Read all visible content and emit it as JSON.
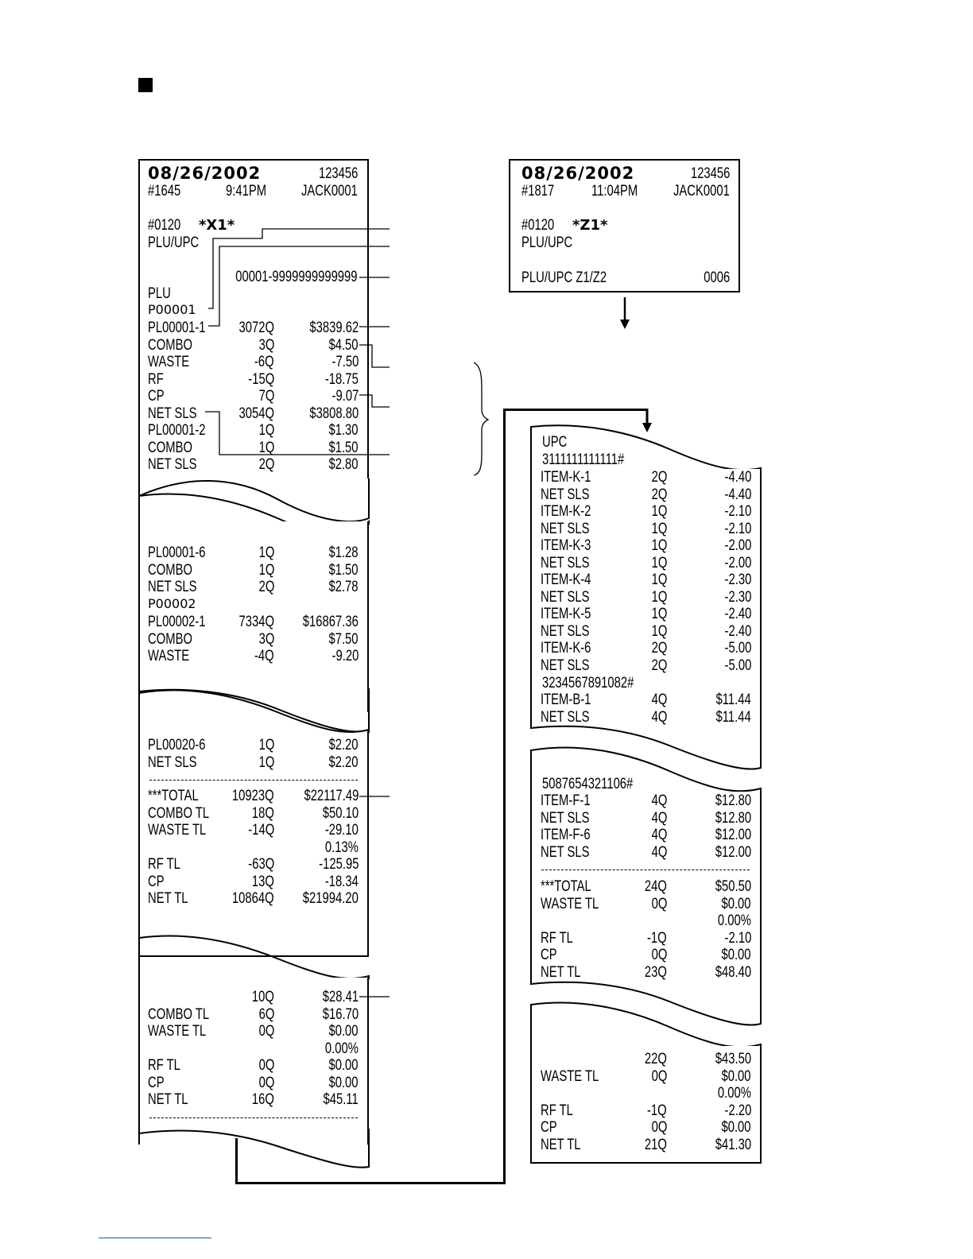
{
  "receipt_x1": {
    "date": "08/26/2002",
    "machine_no": "123456",
    "consec_no": "#1645",
    "time": "9:41PM",
    "clerk": "JACK0001",
    "report_no": "#0120",
    "report_mode": "X1",
    "report_title": "PLU/UPC",
    "range": "00001-9999999999999",
    "section": "PLU",
    "dept1": "P00001",
    "rows1": [
      [
        "PL00001-1",
        "3072Q",
        "$3839.62"
      ],
      [
        "COMBO",
        "3Q",
        "$4.50"
      ],
      [
        "WASTE",
        "-6Q",
        "-7.50"
      ],
      [
        "RF",
        "-15Q",
        "-18.75"
      ],
      [
        "CP",
        "7Q",
        "-9.07"
      ],
      [
        "NET SLS",
        "3054Q",
        "$3808.80"
      ],
      [
        "PL00001-2",
        "1Q",
        "$1.30"
      ],
      [
        "COMBO",
        "1Q",
        "$1.50"
      ],
      [
        "NET SLS",
        "2Q",
        "$2.80"
      ]
    ],
    "rows2a": [
      [
        "PL00001-6",
        "1Q",
        "$1.28"
      ],
      [
        "COMBO",
        "1Q",
        "$1.50"
      ],
      [
        "NET SLS",
        "2Q",
        "$2.78"
      ]
    ],
    "dept2": "P00002",
    "rows2b": [
      [
        "PL00002-1",
        "7334Q",
        "$16867.36"
      ],
      [
        "COMBO",
        "3Q",
        "$7.50"
      ],
      [
        "WASTE",
        "-4Q",
        "-9.20"
      ]
    ],
    "rows3a": [
      [
        "PL00020-6",
        "1Q",
        "$2.20"
      ],
      [
        "NET SLS",
        "1Q",
        "$2.20"
      ]
    ],
    "rows3b": [
      [
        "***TOTAL",
        "10923Q",
        "$22117.49"
      ],
      [
        "COMBO TL",
        "18Q",
        "$50.10"
      ],
      [
        "WASTE TL",
        "-14Q",
        "-29.10"
      ],
      [
        "",
        "",
        "0.13%"
      ],
      [
        "RF TL",
        "-63Q",
        "-125.95"
      ],
      [
        "CP",
        "13Q",
        "-18.34"
      ],
      [
        "NET TL",
        "10864Q",
        "$21994.20"
      ]
    ],
    "rows4": [
      [
        "",
        "10Q",
        "$28.41"
      ],
      [
        "COMBO TL",
        "6Q",
        "$16.70"
      ],
      [
        "WASTE TL",
        "0Q",
        "$0.00"
      ],
      [
        "",
        "",
        "0.00%"
      ],
      [
        "RF TL",
        "0Q",
        "$0.00"
      ],
      [
        "CP",
        "0Q",
        "$0.00"
      ],
      [
        "NET TL",
        "16Q",
        "$45.11"
      ]
    ]
  },
  "receipt_z1": {
    "date": "08/26/2002",
    "machine_no": "123456",
    "consec_no": "#1817",
    "time": "11:04PM",
    "clerk": "JACK0001",
    "report_no": "#0120",
    "report_mode": "Z1",
    "report_title": "PLU/UPC",
    "counter_label": "PLU/UPC Z1/Z2",
    "counter_value": "0006"
  },
  "receipt_upc": {
    "section": "UPC",
    "code1": "3111111111111#",
    "rows1": [
      [
        "ITEM-K-1",
        "2Q",
        "-4.40"
      ],
      [
        "NET SLS",
        "2Q",
        "-4.40"
      ],
      [
        "ITEM-K-2",
        "1Q",
        "-2.10"
      ],
      [
        "NET SLS",
        "1Q",
        "-2.10"
      ],
      [
        "ITEM-K-3",
        "1Q",
        "-2.00"
      ],
      [
        "NET SLS",
        "1Q",
        "-2.00"
      ],
      [
        "ITEM-K-4",
        "1Q",
        "-2.30"
      ],
      [
        "NET SLS",
        "1Q",
        "-2.30"
      ],
      [
        "ITEM-K-5",
        "1Q",
        "-2.40"
      ],
      [
        "NET SLS",
        "1Q",
        "-2.40"
      ],
      [
        "ITEM-K-6",
        "2Q",
        "-5.00"
      ],
      [
        "NET SLS",
        "2Q",
        "-5.00"
      ]
    ],
    "code2": "3234567891082#",
    "rows2": [
      [
        "ITEM-B-1",
        "4Q",
        "$11.44"
      ],
      [
        "NET SLS",
        "4Q",
        "$11.44"
      ]
    ],
    "code3": "5087654321106#",
    "rows3a": [
      [
        "ITEM-F-1",
        "4Q",
        "$12.80"
      ],
      [
        "NET SLS",
        "4Q",
        "$12.80"
      ],
      [
        "ITEM-F-6",
        "4Q",
        "$12.00"
      ],
      [
        "NET SLS",
        "4Q",
        "$12.00"
      ]
    ],
    "rows3b": [
      [
        "***TOTAL",
        "24Q",
        "$50.50"
      ],
      [
        "WASTE TL",
        "0Q",
        "$0.00"
      ],
      [
        "",
        "",
        "0.00%"
      ],
      [
        "RF TL",
        "-1Q",
        "-2.10"
      ],
      [
        "CP",
        "0Q",
        "$0.00"
      ],
      [
        "NET TL",
        "23Q",
        "$48.40"
      ]
    ],
    "rows4": [
      [
        "",
        "22Q",
        "$43.50"
      ],
      [
        "WASTE TL",
        "0Q",
        "$0.00"
      ],
      [
        "",
        "",
        "0.00%"
      ],
      [
        "RF TL",
        "-1Q",
        "-2.20"
      ],
      [
        "CP",
        "0Q",
        "$0.00"
      ],
      [
        "NET TL",
        "21Q",
        "$41.30"
      ]
    ]
  }
}
